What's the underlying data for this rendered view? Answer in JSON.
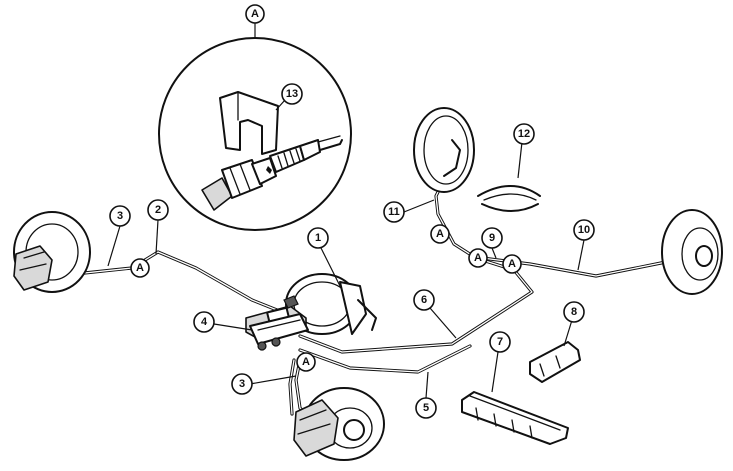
{
  "labels": {
    "detail_ref": "A",
    "part_1": "1",
    "part_2": "2",
    "part_3": "3",
    "part_4": "4",
    "part_5": "5",
    "part_6": "6",
    "part_7": "7",
    "part_8": "8",
    "part_9": "9",
    "part_10": "10",
    "part_11": "11",
    "part_12": "12",
    "part_13": "13"
  }
}
